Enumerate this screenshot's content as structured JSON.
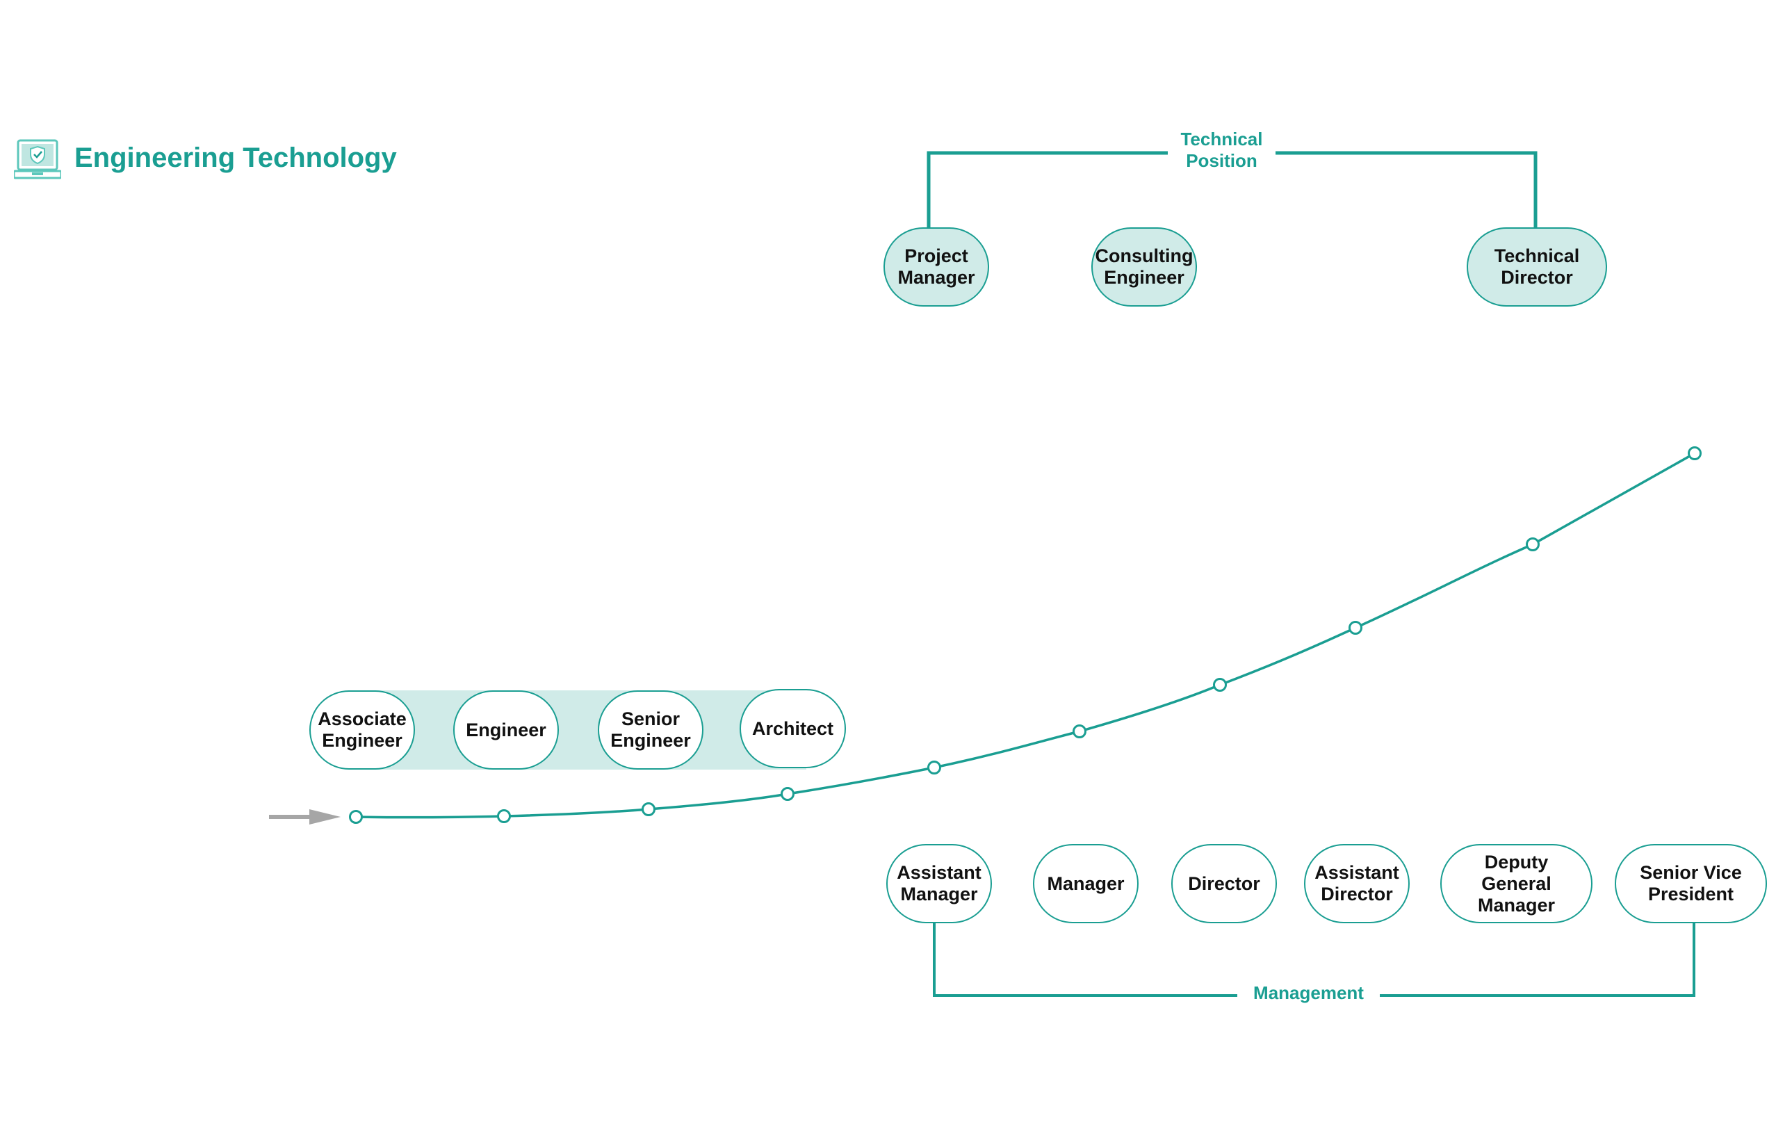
{
  "header": {
    "title": "Engineering Technology",
    "icon": "laptop-shield-icon"
  },
  "colors": {
    "accent": "#1a9e92",
    "node_fill_tinted": "#d0ebe8",
    "band": "#d0ebe8",
    "arrow": "#a6a6a6",
    "text": "#111111"
  },
  "technical_track": {
    "label": "Technical\nPosition",
    "nodes": [
      "Project\nManager",
      "Consulting\nEngineer",
      "Technical\nDirector"
    ]
  },
  "entry_track": {
    "nodes": [
      "Associate\nEngineer",
      "Engineer",
      "Senior\nEngineer",
      "Architect"
    ]
  },
  "management_track": {
    "label": "Management",
    "nodes": [
      "Assistant\nManager",
      "Manager",
      "Director",
      "Assistant\nDirector",
      "Deputy General\nManager",
      "Senior Vice\nPresident"
    ]
  },
  "career_curve": {
    "marker_count": 10,
    "start_icon": "arrow-right-icon"
  }
}
